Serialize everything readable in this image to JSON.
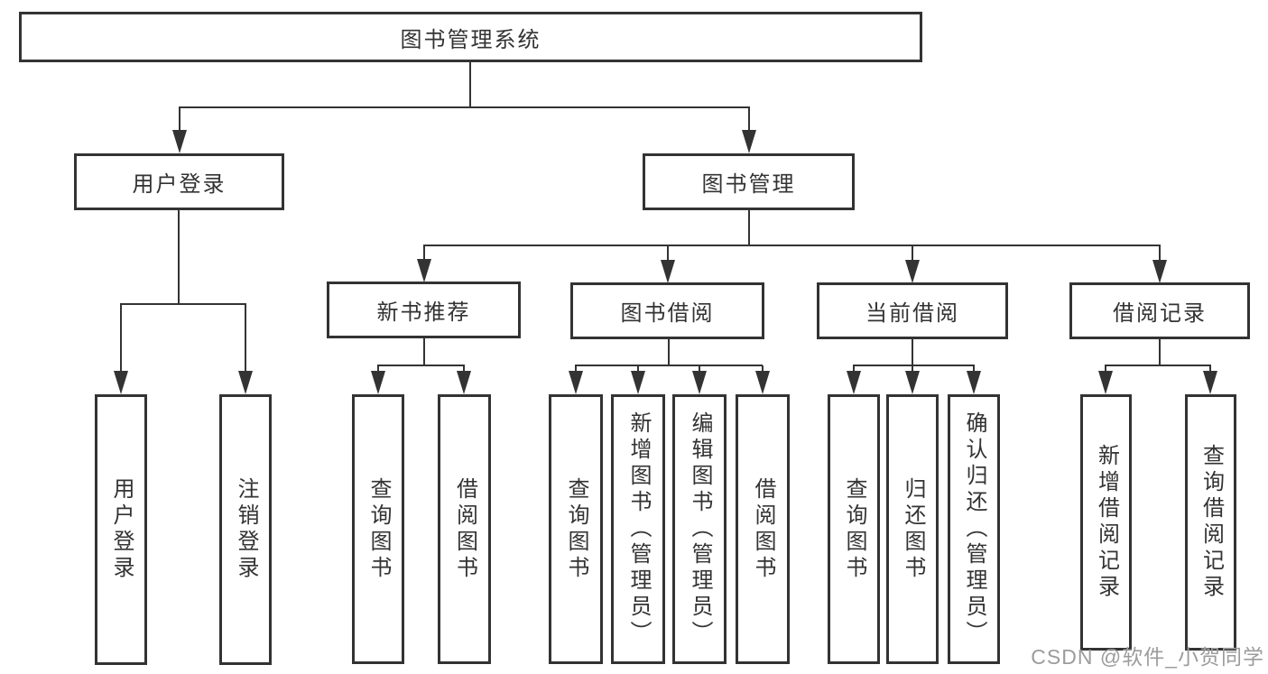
{
  "diagram": {
    "title_node": "root of functional decomposition tree",
    "root": {
      "label": "图书管理系统"
    },
    "branches": [
      {
        "label": "用户登录",
        "children": [
          {
            "label": "用户登录"
          },
          {
            "label": "注销登录"
          }
        ]
      },
      {
        "label": "图书管理",
        "children": [
          {
            "label": "新书推荐",
            "children": [
              {
                "label": "查询图书"
              },
              {
                "label": "借阅图书"
              }
            ]
          },
          {
            "label": "图书借阅",
            "children": [
              {
                "label": "查询图书"
              },
              {
                "label": "新增图书（管理员）"
              },
              {
                "label": "编辑图书（管理员）"
              },
              {
                "label": "借阅图书"
              }
            ]
          },
          {
            "label": "当前借阅",
            "children": [
              {
                "label": "查询图书"
              },
              {
                "label": "归还图书"
              },
              {
                "label": "确认归还（管理员）"
              }
            ]
          },
          {
            "label": "借阅记录",
            "children": [
              {
                "label": "新增借阅记录"
              },
              {
                "label": "查询借阅记录"
              }
            ]
          }
        ]
      }
    ]
  },
  "watermark": {
    "text": "CSDN @软件_小贺同学",
    "color": "#9c9c9c"
  },
  "colors": {
    "line": "#333333",
    "box_border": "#333333",
    "text": "#333333",
    "background": "#ffffff"
  }
}
